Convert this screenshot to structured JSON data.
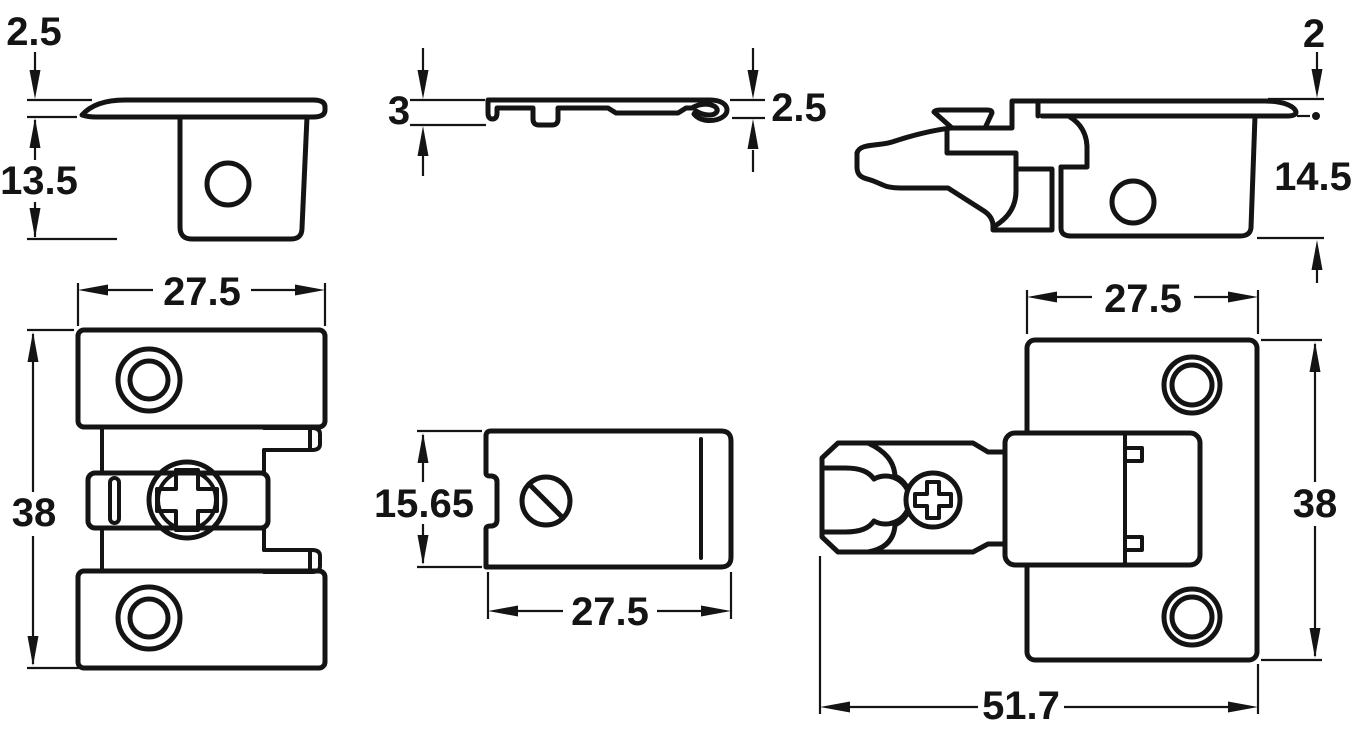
{
  "dimensions": {
    "cap_side": {
      "flange_height": "2.5",
      "body_depth": "13.5"
    },
    "cap_profile": {
      "left_height": "3",
      "right_height": "2.5"
    },
    "connector_side": {
      "flange_height": "2",
      "body_depth": "14.5"
    },
    "connector_front": {
      "width": "27.5",
      "height": "38"
    },
    "cap_front": {
      "height": "15.65",
      "width": "27.5"
    },
    "assembly_front": {
      "plate_width": "27.5",
      "plate_height": "38",
      "overall_length": "51.7"
    }
  },
  "colors": {
    "line": "#141414",
    "background": "#ffffff"
  }
}
